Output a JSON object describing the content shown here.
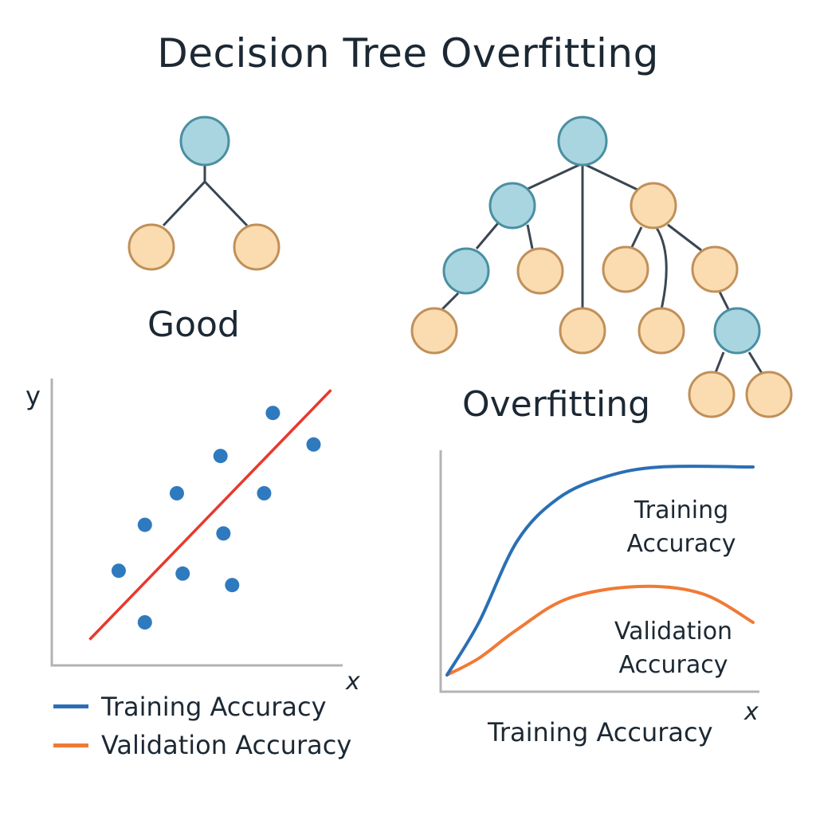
{
  "title": "Decision Tree Overfitting",
  "good_label": "Good",
  "overfitting_label": "Overfitting",
  "colors": {
    "internal_node": "#a8d5df",
    "internal_stroke": "#4a8fa2",
    "leaf_node": "#fbdcb0",
    "leaf_stroke": "#c0905a",
    "edge": "#3b4652",
    "training": "#2a6fb5",
    "validation": "#f07a35",
    "fit_line": "#e8392d",
    "points": "#2f7abf",
    "axis": "#b3b3b3"
  },
  "scatter": {
    "y_label": "y",
    "x_label": "x",
    "points": [
      [
        7.6,
        8.8
      ],
      [
        9.0,
        7.7
      ],
      [
        5.8,
        7.3
      ],
      [
        4.3,
        6.0
      ],
      [
        7.3,
        6.0
      ],
      [
        3.2,
        4.9
      ],
      [
        5.9,
        4.6
      ],
      [
        2.3,
        3.3
      ],
      [
        4.5,
        3.2
      ],
      [
        6.2,
        2.8
      ],
      [
        3.2,
        1.5
      ]
    ],
    "fit_line": [
      [
        1.3,
        0.9
      ],
      [
        9.6,
        9.6
      ]
    ],
    "legend": [
      {
        "label": "Training Accuracy"
      },
      {
        "label": "Validation Accuracy"
      }
    ]
  },
  "curves": {
    "x_label": "x",
    "bottom_label": "Training Accuracy",
    "training_label_1": "Training",
    "training_label_2": "Accuracy",
    "validation_label_1": "Validation",
    "validation_label_2": "Accuracy",
    "training": [
      [
        0.2,
        0.7
      ],
      [
        1.2,
        2.9
      ],
      [
        2.4,
        6.3
      ],
      [
        3.7,
        8.1
      ],
      [
        5.2,
        9.0
      ],
      [
        6.9,
        9.4
      ],
      [
        9.8,
        9.4
      ]
    ],
    "validation": [
      [
        0.2,
        0.7
      ],
      [
        1.2,
        1.4
      ],
      [
        2.4,
        2.6
      ],
      [
        4.0,
        3.9
      ],
      [
        6.2,
        4.4
      ],
      [
        8.2,
        4.1
      ],
      [
        9.8,
        2.9
      ]
    ]
  }
}
